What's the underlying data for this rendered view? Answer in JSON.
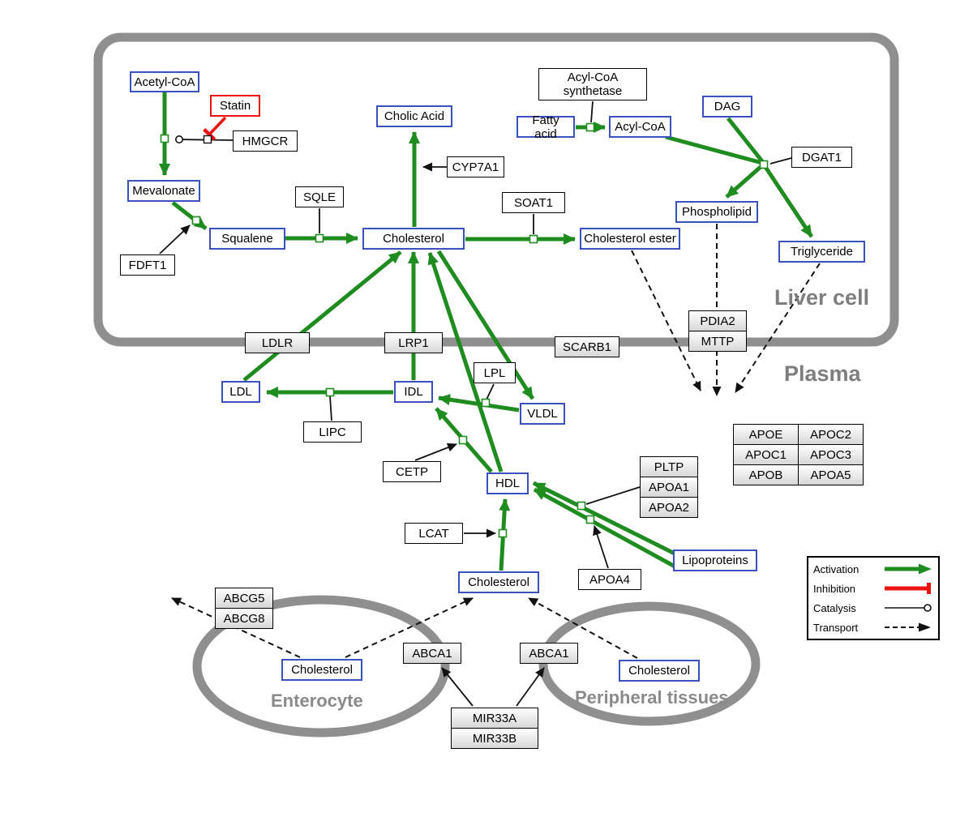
{
  "diagram": {
    "compartments": {
      "liver": "Liver cell",
      "plasma": "Plasma",
      "enterocyte": "Enterocyte",
      "peripheral": "Peripheral tissues"
    },
    "nodes": {
      "acetyl_coa": "Acetyl-CoA",
      "statin": "Statin",
      "hmgcr": "HMGCR",
      "mevalonate": "Mevalonate",
      "fdft1": "FDFT1",
      "squalene": "Squalene",
      "sqle": "SQLE",
      "cholesterol_liver": "Cholesterol",
      "cyp7a1": "CYP7A1",
      "cholic_acid": "Cholic Acid",
      "soat1": "SOAT1",
      "cholesterol_ester": "Cholesterol ester",
      "fatty_acid": "Fatty acid",
      "acyl_coa_synthetase": "Acyl-CoA synthetase",
      "acyl_coa": "Acyl-CoA",
      "dag": "DAG",
      "dgat1": "DGAT1",
      "phospholipid": "Phospholipid",
      "triglyceride": "Triglyceride",
      "ldlr": "LDLR",
      "lrp1": "LRP1",
      "scarb1": "SCARB1",
      "pdia2": "PDIA2",
      "mttp": "MTTP",
      "ldl": "LDL",
      "idl": "IDL",
      "vldl": "VLDL",
      "lpl": "LPL",
      "lipc": "LIPC",
      "cetp": "CETP",
      "hdl": "HDL",
      "apoe": "APOE",
      "apoc2": "APOC2",
      "apoc1": "APOC1",
      "apoc3": "APOC3",
      "apob": "APOB",
      "apoa5": "APOA5",
      "pltp": "PLTP",
      "apoa1": "APOA1",
      "apoa2": "APOA2",
      "lcat": "LCAT",
      "apoa4": "APOA4",
      "lipoproteins": "Lipoproteins",
      "cholesterol_plasma": "Cholesterol",
      "abcg5": "ABCG5",
      "abcg8": "ABCG8",
      "cholesterol_enterocyte": "Cholesterol",
      "abca1_left": "ABCA1",
      "abca1_right": "ABCA1",
      "cholesterol_peripheral": "Cholesterol",
      "mir33a": "MIR33A",
      "mir33b": "MIR33B"
    },
    "legend": {
      "activation": "Activation",
      "inhibition": "Inhibition",
      "catalysis": "Catalysis",
      "transport": "Transport"
    },
    "colors": {
      "activation": "#1e8c1e",
      "inhibition": "#ee1111",
      "metabolite": "#3b50bf",
      "membrane": "#8f8f8f",
      "transport": "#111111",
      "label": "#7e7e7e"
    }
  }
}
